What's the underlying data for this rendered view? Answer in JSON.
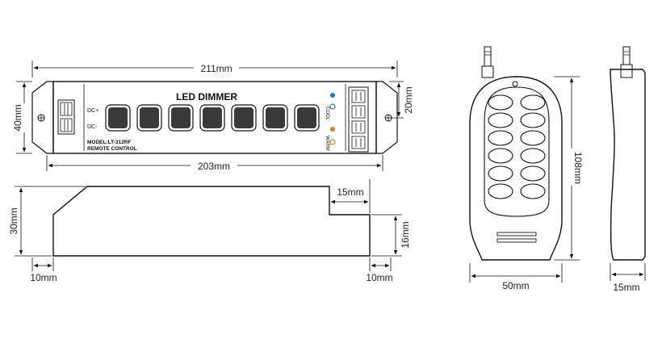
{
  "controller": {
    "title": "LED  DIMMER",
    "dc_plus": "DC+",
    "dc_minus": "DC-",
    "cool": "COOL",
    "warm": "WARM",
    "model": "MODEL:LT-312RF",
    "subtitle": "REMOTE  CONTROL",
    "button_count": 7
  },
  "dimensions": {
    "total_length": "211mm",
    "body_length": "203mm",
    "height_front": "40mm",
    "terminal_height": "20mm",
    "side_height": "30mm",
    "step_width": "15mm",
    "step_height": "16mm",
    "left_offset": "10mm",
    "right_offset": "10mm",
    "remote_height": "108mm",
    "remote_width": "50mm",
    "remote_depth": "15mm"
  },
  "remote": {
    "button_rows": 6,
    "button_cols": 2
  },
  "colors": {
    "line": "#111111",
    "cool_marker": "#1e73c8",
    "warm_marker": "#e87a1e",
    "button_fill": "#3a3a3a"
  }
}
